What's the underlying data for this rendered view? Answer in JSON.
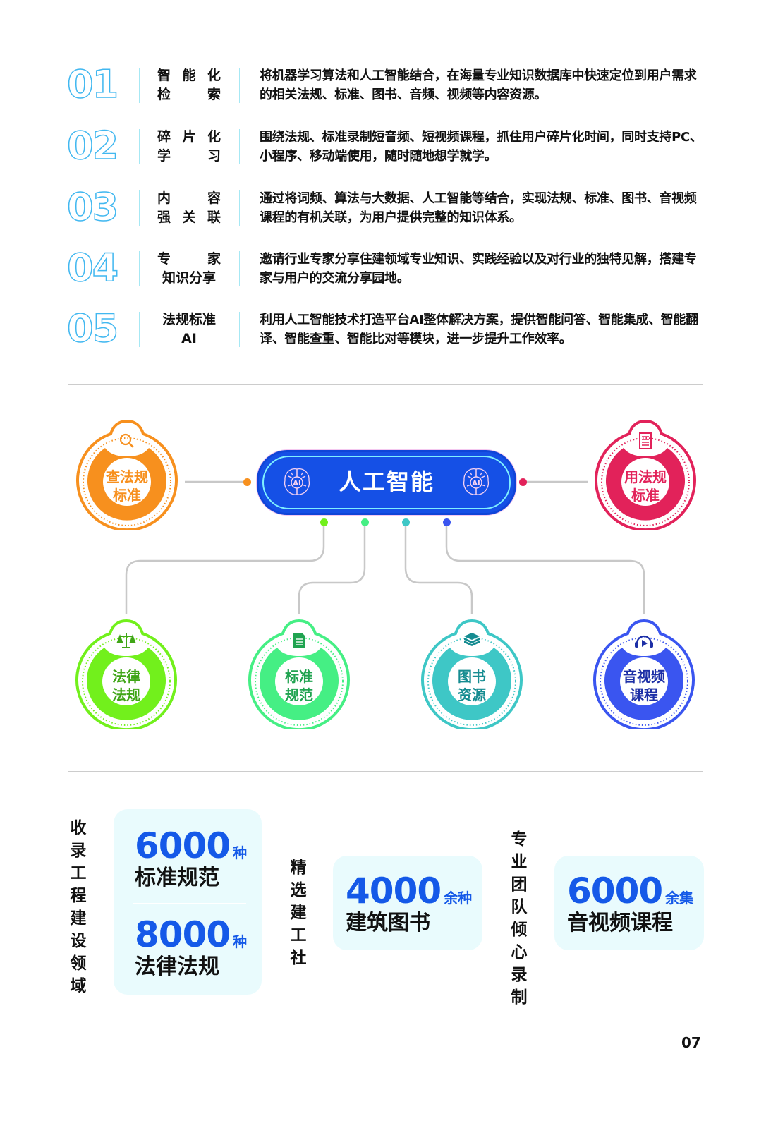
{
  "features": [
    {
      "num": "01",
      "label_lines": [
        [
          "智",
          "能",
          "化"
        ],
        [
          "检",
          "索"
        ]
      ],
      "desc": "将机器学习算法和人工智能结合，在海量专业知识数据库中快速定位到用户需求的相关法规、标准、图书、音频、视频等内容资源。"
    },
    {
      "num": "02",
      "label_lines": [
        [
          "碎",
          "片",
          "化"
        ],
        [
          "学",
          "习"
        ]
      ],
      "desc": "围绕法规、标准录制短音频、短视频课程，抓住用户碎片化时间，同时支持PC、小程序、移动端使用，随时随地想学就学。"
    },
    {
      "num": "03",
      "label_lines": [
        [
          "内",
          "容"
        ],
        [
          "强",
          "关",
          "联"
        ]
      ],
      "desc": "通过将词频、算法与大数据、人工智能等结合，实现法规、标准、图书、音视频课程的有机关联，为用户提供完整的知识体系。"
    },
    {
      "num": "04",
      "label_lines": [
        [
          "专",
          "家"
        ],
        [
          "知识分享"
        ]
      ],
      "desc": "邀请行业专家分享住建领域专业知识、实践经验以及对行业的独特见解，搭建专家与用户的交流分享园地。"
    },
    {
      "num": "05",
      "label_lines": [
        [
          "法规标准"
        ],
        [
          "AI"
        ]
      ],
      "desc": "利用人工智能技术打造平台AI整体解决方案，提供智能问答、智能集成、智能翻译、智能查重、智能比对等模块，进一步提升工作效率。"
    }
  ],
  "diagram": {
    "center": {
      "title": "人工智能",
      "icon": "ai-brain-icon",
      "color": "#1550e6"
    },
    "top_badges": [
      {
        "line1": "查法规",
        "line2": "标准",
        "icon": "search-icon",
        "color": "#f7901e"
      },
      {
        "line1": "用法规",
        "line2": "标准",
        "icon": "document-list-icon",
        "color": "#e2225a"
      }
    ],
    "bottom_badges": [
      {
        "line1": "法律",
        "line2": "法规",
        "icon": "scale-icon",
        "color": "#72f01c",
        "text_color": "#3fa516"
      },
      {
        "line1": "标准",
        "line2": "规范",
        "icon": "document-icon",
        "color": "#45ef84",
        "text_color": "#20a350"
      },
      {
        "line1": "图书",
        "line2": "资源",
        "icon": "books-stack-icon",
        "color": "#3ec7c6",
        "text_color": "#168c91"
      },
      {
        "line1": "音视频",
        "line2": "课程",
        "icon": "play-headphones-icon",
        "color": "#3a55f0",
        "text_color": "#1d2fa6"
      }
    ]
  },
  "stats": {
    "group1": {
      "heading": "收录工程建设领域",
      "items": [
        {
          "value": "6000",
          "unit": "种",
          "label": "标准规范"
        },
        {
          "value": "8000",
          "unit": "种",
          "label": "法律法规"
        }
      ]
    },
    "group2": {
      "heading": "精选建工社",
      "items": [
        {
          "value": "4000",
          "unit": "余种",
          "label": "建筑图书"
        }
      ]
    },
    "group3": {
      "heading": "专业团队倾心录制",
      "items": [
        {
          "value": "6000",
          "unit": "余集",
          "label": "音视频课程"
        }
      ]
    }
  },
  "page_number": "07"
}
